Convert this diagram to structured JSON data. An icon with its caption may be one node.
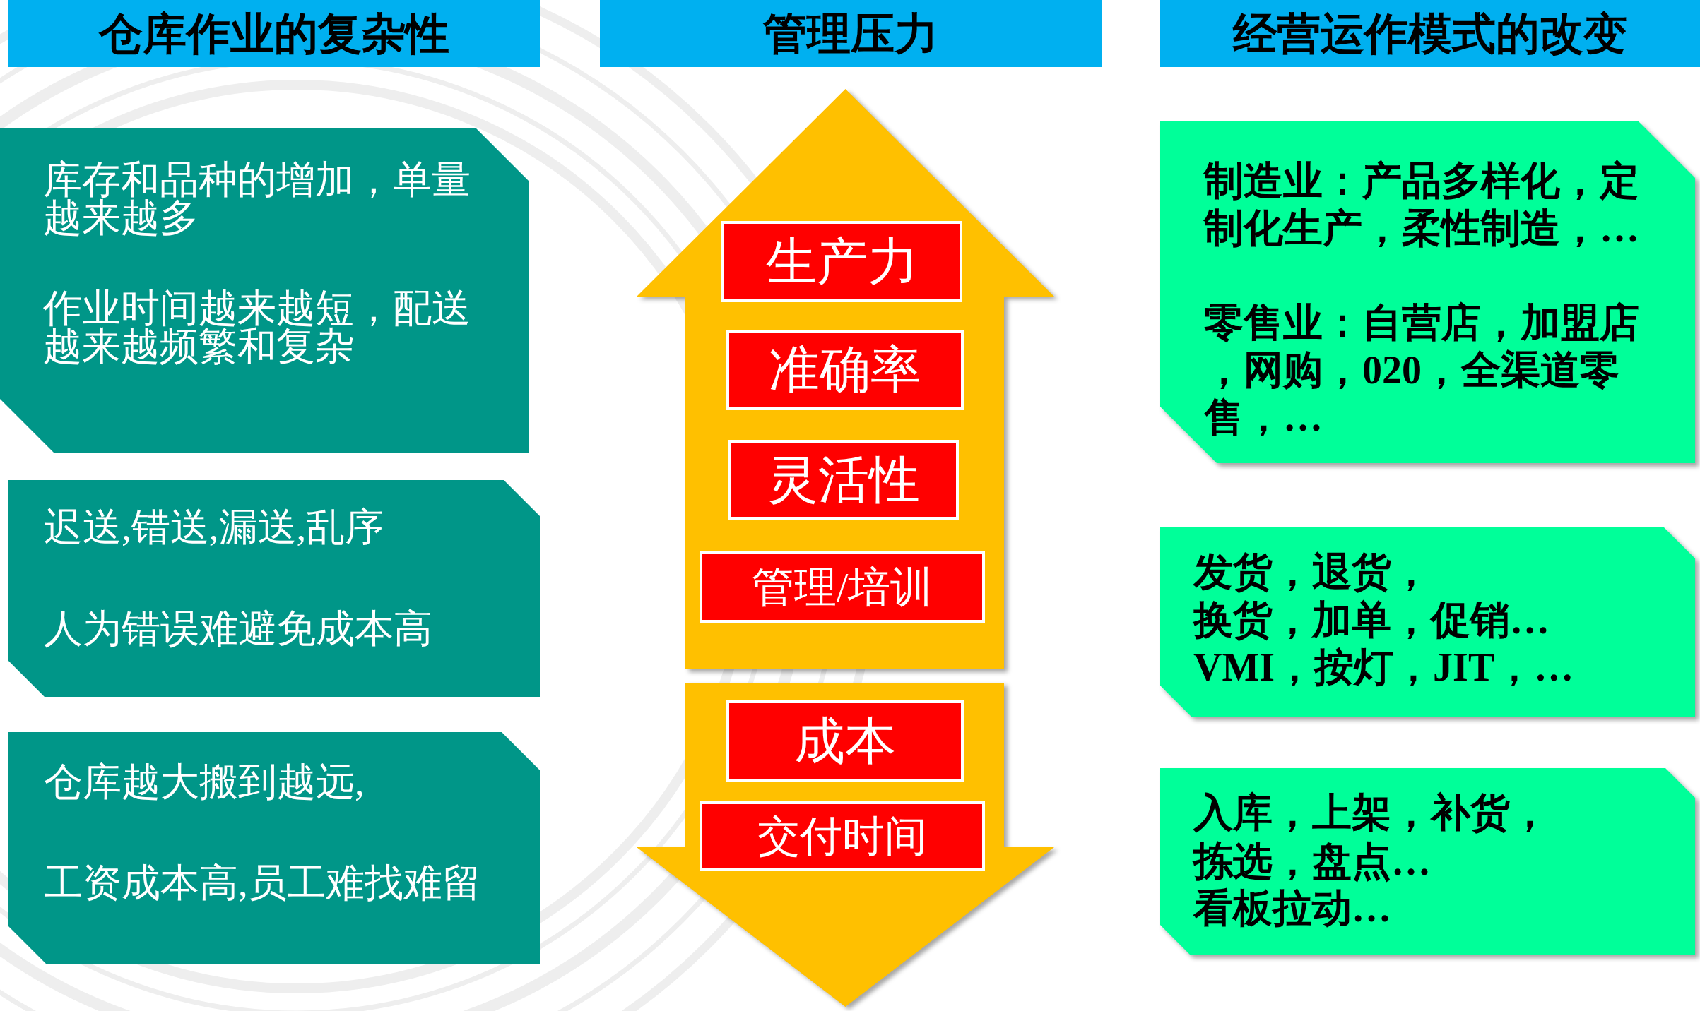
{
  "diagram": {
    "nodes": [
      {
        "text": [
          "仓库作业的复杂性"
        ]
      },
      {
        "text": [
          "库存和品种的增加，单量越来越多",
          "作业时间越来越短，配送越来越频繁和复杂"
        ]
      },
      {
        "text": [
          "迟送,错送,漏送,乱序",
          "人为错误难避免成本高"
        ]
      },
      {
        "text": [
          "仓库越大搬到越远,",
          "工资成本高,员工难找难留"
        ]
      },
      {
        "text": [
          "管理压力"
        ]
      },
      {
        "text": [],
        "shape": "arrow"
      },
      {
        "text": [
          "生产力"
        ],
        "in": 5
      },
      {
        "text": [
          "准确率"
        ],
        "in": 5
      },
      {
        "text": [
          "灵活性"
        ],
        "in": 5
      },
      {
        "text": [
          "管理/培训"
        ],
        "in": 5
      },
      {
        "text": [],
        "shape": "arrow"
      },
      {
        "text": [
          "成本"
        ],
        "in": 10
      },
      {
        "text": [
          "交付时间"
        ],
        "in": 10
      },
      {
        "text": [
          "经营运作模式的改变"
        ]
      },
      {
        "text": [
          "制造业：产品多样化，定制化生产，柔性制造，…",
          "零售业：自营店，加盟店，网购，020，全渠道零售，…"
        ]
      },
      {
        "text": [
          "发货，退货，",
          "换货，加单，促销…",
          "VMI，按灯，JIT，…"
        ]
      },
      {
        "text": [
          "入库，上架，补货，",
          "拣选，盘点…",
          "看板拉动…"
        ]
      }
    ]
  }
}
